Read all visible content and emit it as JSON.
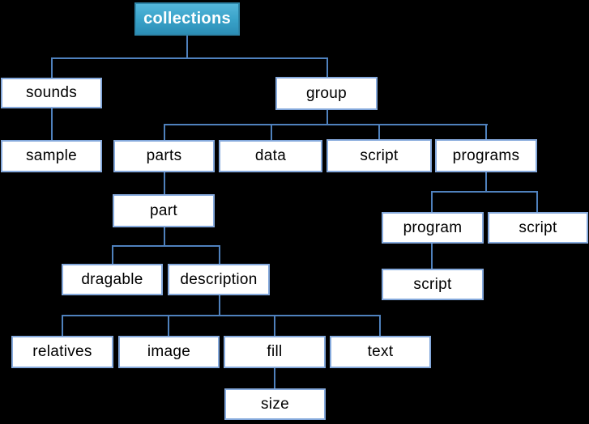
{
  "diagram": {
    "type": "tree-hierarchy",
    "colors": {
      "background": "#000000",
      "connector": "#4F81BD",
      "node_fill": "#FFFFFF",
      "node_border": "#85A9DC",
      "node_text": "#000000",
      "root_fill_top": "#54B6DA",
      "root_fill_bottom": "#2C8EB6",
      "root_border": "#2E86A9",
      "root_text": "#FFFFFF"
    },
    "tree": {
      "label": "collections",
      "children": [
        {
          "label": "sounds",
          "children": [
            {
              "label": "sample"
            }
          ]
        },
        {
          "label": "group",
          "children": [
            {
              "label": "parts",
              "children": [
                {
                  "label": "part",
                  "children": [
                    {
                      "label": "dragable"
                    },
                    {
                      "label": "description",
                      "children": [
                        {
                          "label": "relatives"
                        },
                        {
                          "label": "image"
                        },
                        {
                          "label": "fill",
                          "children": [
                            {
                              "label": "size"
                            }
                          ]
                        },
                        {
                          "label": "text"
                        }
                      ]
                    }
                  ]
                }
              ]
            },
            {
              "label": "data"
            },
            {
              "label": "script"
            },
            {
              "label": "programs",
              "children": [
                {
                  "label": "program",
                  "children": [
                    {
                      "label": "script"
                    }
                  ]
                },
                {
                  "label": "script"
                }
              ]
            }
          ]
        }
      ]
    }
  }
}
